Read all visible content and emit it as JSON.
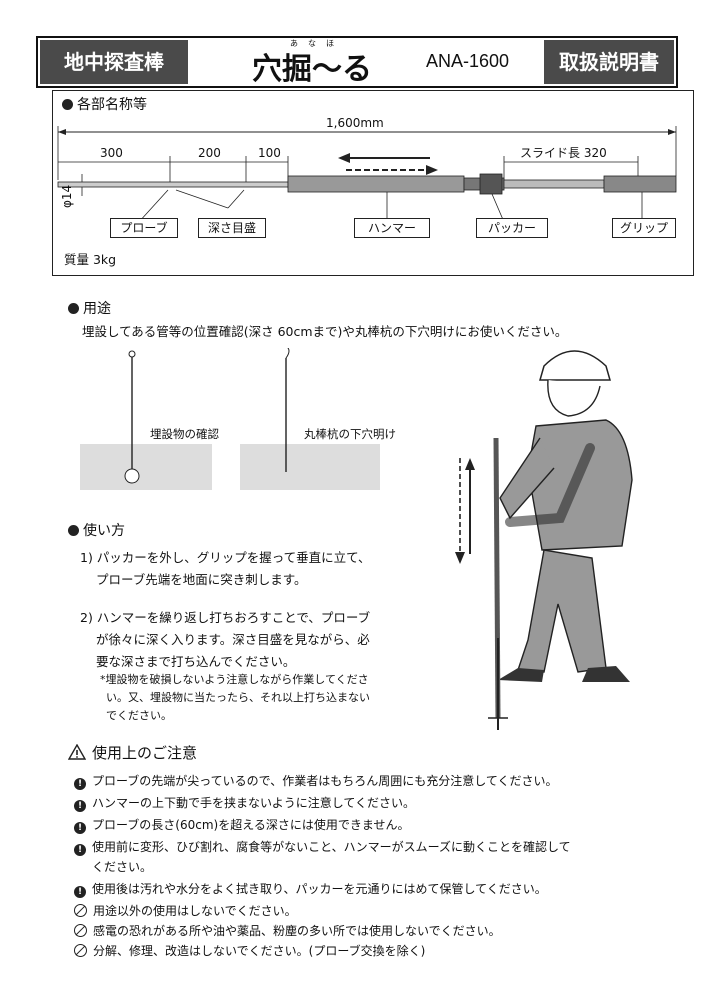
{
  "header": {
    "category": "地中探査棒",
    "product_name": "穴掘〜る",
    "ruby": "あなほ",
    "model": "ANA-1600",
    "doc_type": "取扱説明書"
  },
  "parts": {
    "title": "各部名称等",
    "total_length": "1,600mm",
    "dim_300": "300",
    "dim_200": "200",
    "dim_100": "100",
    "slide_label": "スライド長",
    "slide_value": "320",
    "diameter": "φ14",
    "labels": {
      "probe": "プローブ",
      "depth_scale": "深さ目盛",
      "hammer": "ハンマー",
      "packer": "パッカー",
      "grip": "グリップ"
    },
    "weight": "質量 3kg"
  },
  "usage": {
    "title": "用途",
    "text": "埋設してある管等の位置確認(深さ 60cmまで)や丸棒杭の下穴明けにお使いください。",
    "fig1_label": "埋設物の確認",
    "fig2_label": "丸棒杭の下穴明け"
  },
  "howto": {
    "title": "使い方",
    "step1_line1": "1) パッカーを外し、グリップを握って垂直に立て、",
    "step1_line2": "プローブ先端を地面に突き刺します。",
    "step2_line1": "2) ハンマーを繰り返し打ちおろすことで、プローブ",
    "step2_line2": "が徐々に深く入ります。深さ目盛を見ながら、必",
    "step2_line3": "要な深さまで打ち込んでください。",
    "note_line1": "*埋設物を破損しないよう注意しながら作業してくださ",
    "note_line2": "い。又、埋設物に当たったら、それ以上打ち込まない",
    "note_line3": "でください。"
  },
  "cautions": {
    "title": "使用上のご注意",
    "items": [
      "プローブの先端が尖っているので、作業者はもちろん周囲にも充分注意してください。",
      "ハンマーの上下動で手を挟まないように注意してください。",
      "プローブの長さ(60cm)を超える深さには使用できません。",
      "使用前に変形、ひび割れ、腐食等がないこと、ハンマーがスムーズに動くことを確認して",
      "ください。",
      "使用後は汚れや水分をよく拭き取り、パッカーを元通りにはめて保管してください。",
      "用途以外の使用はしないでください。",
      "感電の恐れがある所や油や薬品、粉塵の多い所では使用しないでください。",
      "分解、修理、改造はしないでください。(プローブ交換を除く)"
    ]
  }
}
